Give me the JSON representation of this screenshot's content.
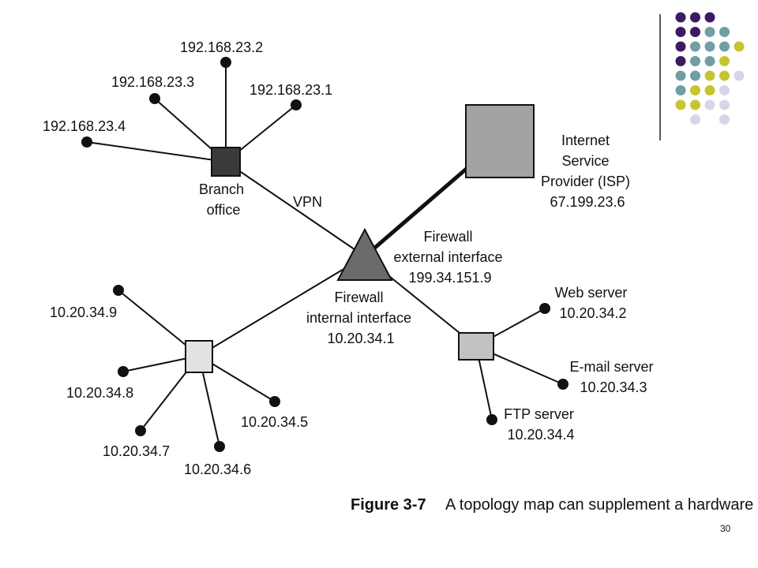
{
  "decoration": {
    "dot_colors": {
      "purple": "#3d1a63",
      "teal": "#6f9ea3",
      "lime": "#c6c531",
      "lavender": "#d6d6ea"
    },
    "dot_grid": [
      [
        "purple",
        "purple",
        "purple",
        null,
        null
      ],
      [
        "purple",
        "purple",
        "teal",
        "teal",
        null
      ],
      [
        "purple",
        "teal",
        "teal",
        "teal",
        "lime"
      ],
      [
        "purple",
        "teal",
        "teal",
        "lime",
        null
      ],
      [
        "teal",
        "teal",
        "lime",
        "lime",
        "lavender"
      ],
      [
        "teal",
        "lime",
        "lime",
        "lavender",
        null
      ],
      [
        "lime",
        "lime",
        "lavender",
        "lavender",
        null
      ],
      [
        null,
        "lavender",
        null,
        "lavender",
        null
      ]
    ]
  },
  "diagram": {
    "branch": {
      "label_lines": [
        "Branch",
        "office"
      ],
      "hosts": [
        "192.168.23.2",
        "192.168.23.3",
        "192.168.23.1",
        "192.168.23.4"
      ]
    },
    "vpn_label": "VPN",
    "isp": {
      "label_lines": [
        "Internet",
        "Service",
        "Provider (ISP)",
        "67.199.23.6"
      ]
    },
    "firewall": {
      "external_lines": [
        "Firewall",
        "external interface",
        "199.34.151.9"
      ],
      "internal_lines": [
        "Firewall",
        "internal interface",
        "10.20.34.1"
      ]
    },
    "lan": {
      "hosts": [
        "10.20.34.9",
        "10.20.34.8",
        "10.20.34.7",
        "10.20.34.6",
        "10.20.34.5"
      ]
    },
    "servers": {
      "web_lines": [
        "Web server",
        "10.20.34.2"
      ],
      "email_lines": [
        "E-mail server",
        "10.20.34.3"
      ],
      "ftp_lines": [
        "FTP server",
        "10.20.34.4"
      ]
    }
  },
  "caption": {
    "figure": "Figure 3-7",
    "text": "A topology map can supplement a hardware inventory"
  },
  "page_number": "30"
}
